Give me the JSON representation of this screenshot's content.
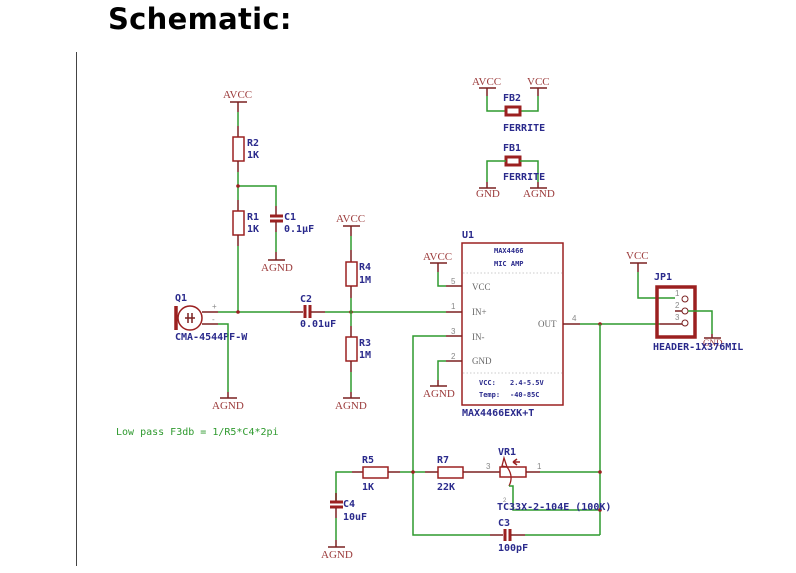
{
  "page": {
    "title": "Schematic:"
  },
  "colors": {
    "wire": "#2f9a2f",
    "component": "#9b2020",
    "power_label": "#9b3a3a",
    "designator": "#2a2a8c",
    "note": "#2f9a2f"
  },
  "power": {
    "avcc": "AVCC",
    "vcc": "VCC",
    "gnd": "GND",
    "agnd": "AGND"
  },
  "components": {
    "r2": {
      "ref": "R2",
      "value": "1K"
    },
    "r1": {
      "ref": "R1",
      "value": "1K"
    },
    "c1": {
      "ref": "C1",
      "value": "0.1µF"
    },
    "r4": {
      "ref": "R4",
      "value": "1M"
    },
    "r3": {
      "ref": "R3",
      "value": "1M"
    },
    "c2": {
      "ref": "C2",
      "value": "0.01uF"
    },
    "q1": {
      "ref": "Q1",
      "value": "CMA-4544PF-W",
      "pin_plus": "+",
      "pin_minus": "-"
    },
    "fb2": {
      "ref": "FB2",
      "value": "FERRITE"
    },
    "fb1": {
      "ref": "FB1",
      "value": "FERRITE"
    },
    "u1": {
      "ref": "U1",
      "value": "MAX4466EXK+T",
      "header_line1": "MAX4466",
      "header_line2": "MIC AMP",
      "pins": [
        {
          "num": "5",
          "name": "VCC"
        },
        {
          "num": "1",
          "name": "IN+"
        },
        {
          "num": "3",
          "name": "IN-"
        },
        {
          "num": "2",
          "name": "GND"
        },
        {
          "num": "4",
          "name": "OUT"
        }
      ],
      "spec_vcc_label": "VCC:",
      "spec_vcc_value": "2.4-5.5V",
      "spec_temp_label": "Temp:",
      "spec_temp_value": "-40-85C"
    },
    "jp1": {
      "ref": "JP1",
      "value": "HEADER-1X376MIL",
      "pins": [
        "1",
        "2",
        "3"
      ]
    },
    "r5": {
      "ref": "R5",
      "value": "1K"
    },
    "r7": {
      "ref": "R7",
      "value": "22K"
    },
    "vr1": {
      "ref": "VR1",
      "value": "TC33X-2-104E (100K)",
      "pin_a": "3",
      "pin_b": "1",
      "pin_w": "2"
    },
    "c3": {
      "ref": "C3",
      "value": "100pF"
    },
    "c4": {
      "ref": "C4",
      "value": "10uF"
    }
  },
  "note": "Low pass F3db = 1/R5*C4*2pi"
}
